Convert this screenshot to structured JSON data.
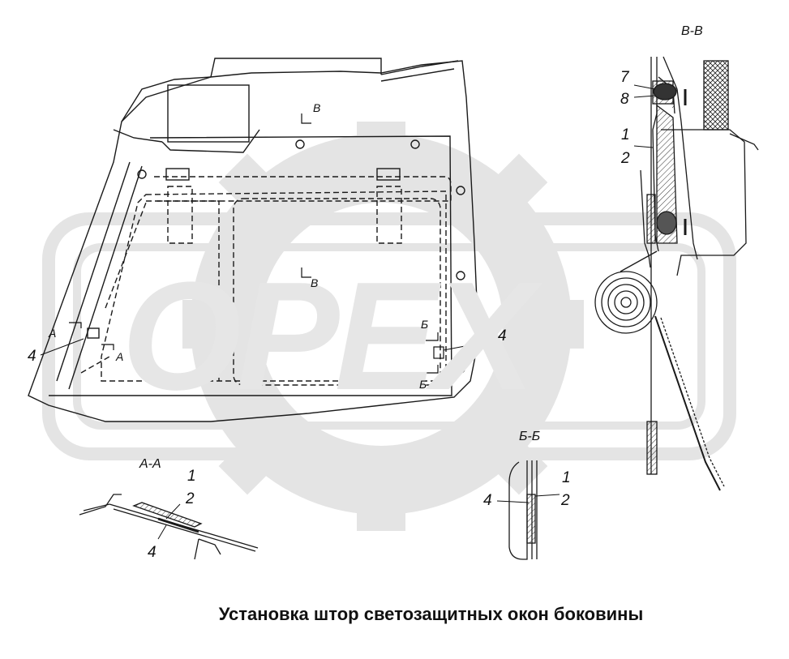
{
  "caption": "Установка штор светозащитных окон боковины",
  "watermark": {
    "text": "OPEX",
    "color": "#d9d9d9"
  },
  "section_titles": {
    "vv": "В-В",
    "aa": "А-А",
    "bb": "Б-Б"
  },
  "cut_marks": {
    "a": "А",
    "b": "Б",
    "v": "В"
  },
  "callouts": {
    "main_4_left": "4",
    "main_4_right": "4",
    "vv_7": "7",
    "vv_8": "8",
    "vv_1": "1",
    "vv_2": "2",
    "aa_1": "1",
    "aa_2": "2",
    "aa_4": "4",
    "bb_1": "1",
    "bb_2": "2",
    "bb_4": "4"
  }
}
